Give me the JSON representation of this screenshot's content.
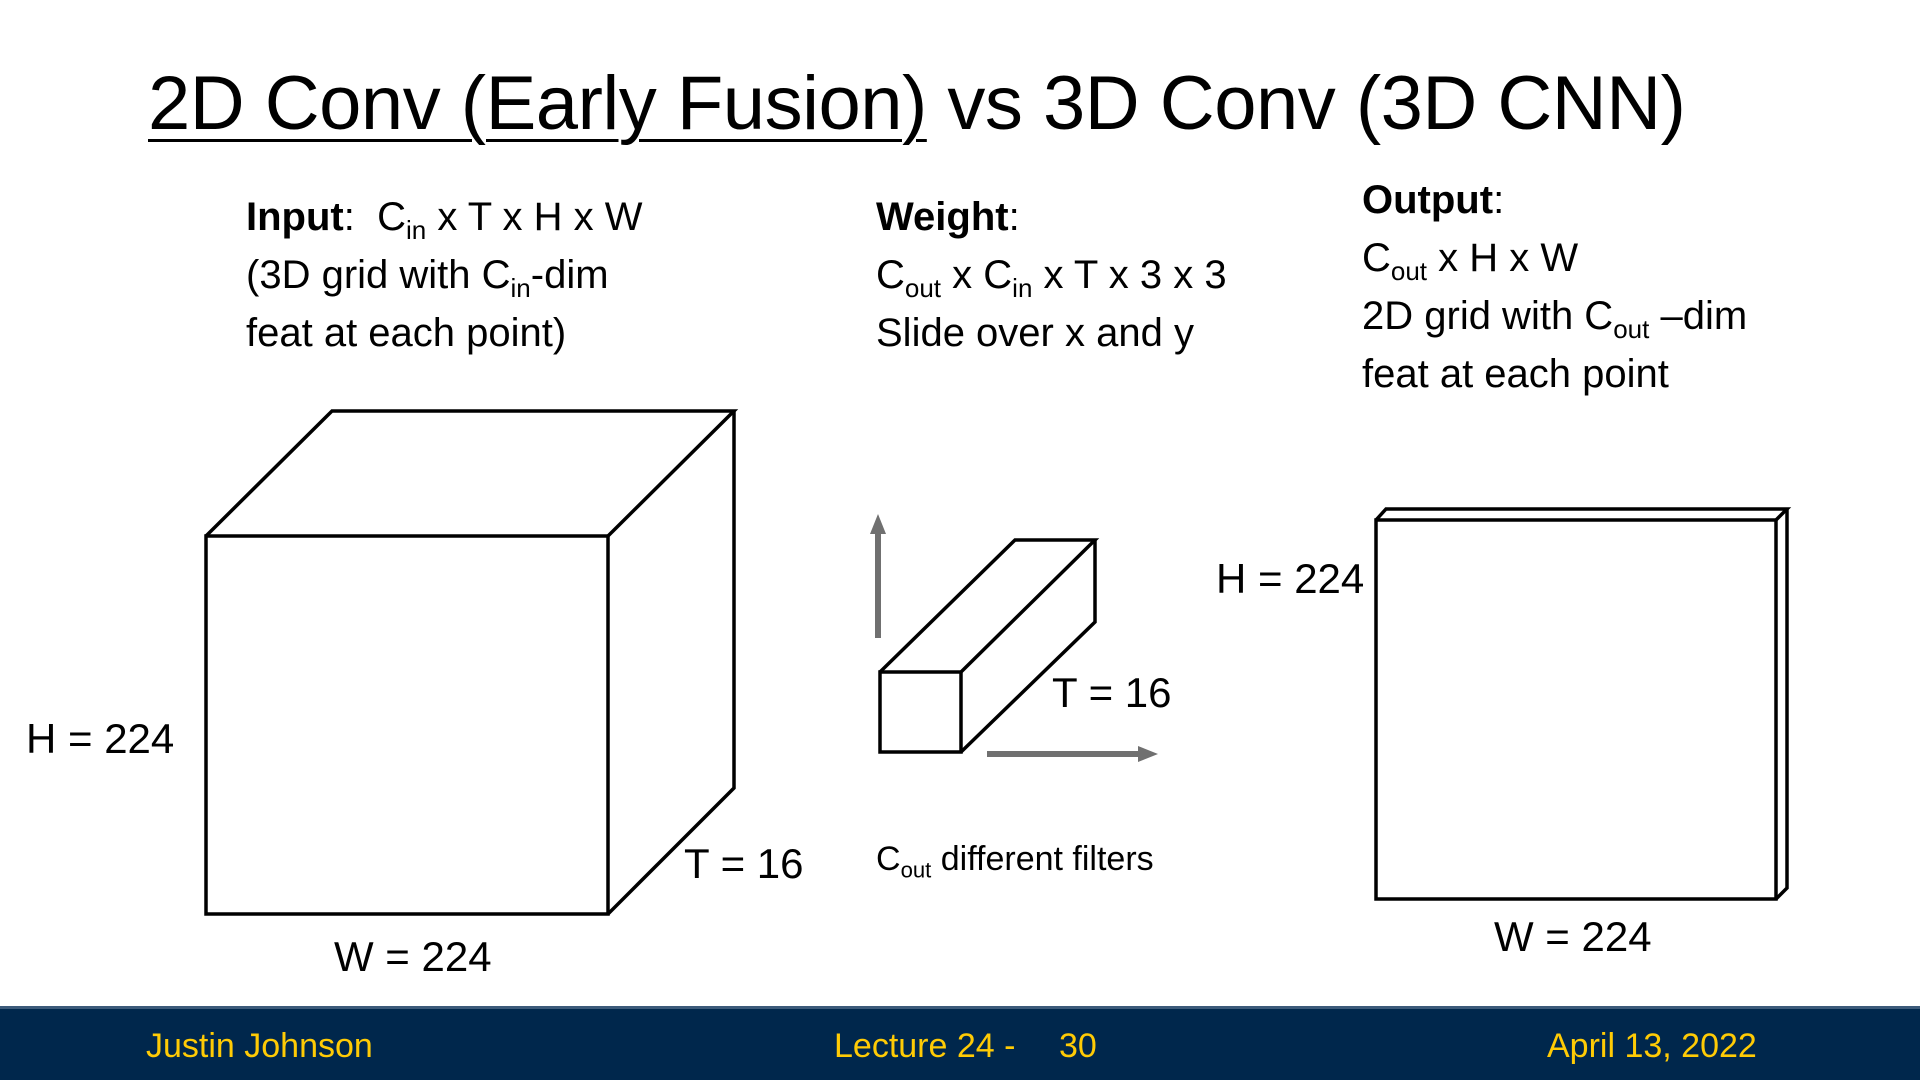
{
  "title": {
    "part1": "2D Conv (Early Fusion)",
    "part2": " vs 3D Conv (3D CNN)"
  },
  "input": {
    "heading": "Input",
    "l1_pre": "C",
    "l1_sub": "in",
    "l1_post": " x T x H x W",
    "l2_pre": "(3D grid with C",
    "l2_sub": "in",
    "l2_post": "-dim",
    "l3": "feat at each point)"
  },
  "weight": {
    "heading": "Weight",
    "l1_pre": "C",
    "l1_sub": "out",
    "l1_mid": " x C",
    "l1_sub2": "in",
    "l1_post": " x T x 3 x 3",
    "l2": "Slide over x and y"
  },
  "output": {
    "heading": "Output",
    "l1_pre": "C",
    "l1_sub": "out",
    "l1_post": " x H x W",
    "l2_pre": "2D grid with C",
    "l2_sub": "out",
    "l2_post": " –dim",
    "l3": "feat at each point"
  },
  "labels": {
    "input_h": "H = 224",
    "input_w": "W = 224",
    "input_t": "T = 16",
    "filter_t": "T = 16",
    "filters_pre": "C",
    "filters_sub": "out",
    "filters_post": " different filters",
    "output_h": "H = 224",
    "output_w": "W = 224"
  },
  "footer": {
    "author": "Justin Johnson",
    "lecture": "Lecture 24 -",
    "page": "30",
    "date": "April 13, 2022"
  },
  "colors": {
    "footer_bg": "#00274c",
    "footer_text": "#ffcb05",
    "arrow": "#707070"
  }
}
